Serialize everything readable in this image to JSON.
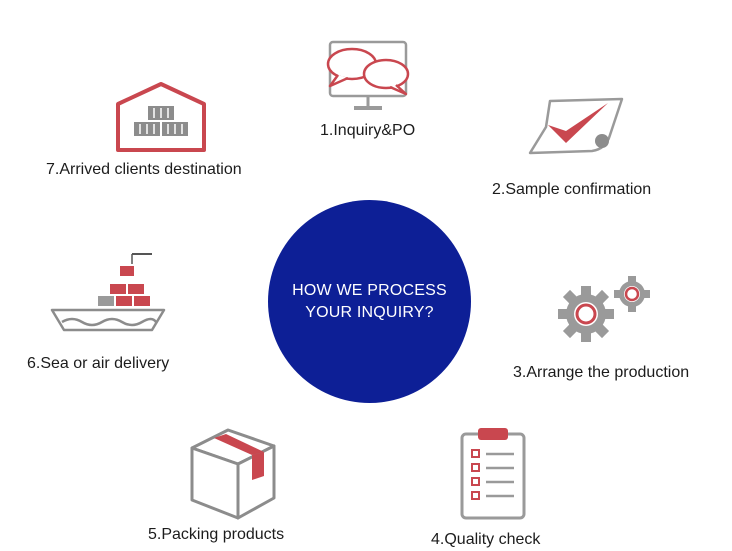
{
  "center": {
    "line1": "HOW WE PROCESS",
    "line2": "YOUR INQUIRY?",
    "color": "#0d1f96"
  },
  "accent_color": "#c9474f",
  "icon_gray": "#8c8c8c",
  "steps": [
    {
      "label": "1.Inquiry&PO",
      "icon": "chat-monitor-icon"
    },
    {
      "label": "2.Sample confirmation",
      "icon": "checkmark-document-icon"
    },
    {
      "label": "3.Arrange the production",
      "icon": "gears-icon"
    },
    {
      "label": "4.Quality check",
      "icon": "clipboard-checklist-icon"
    },
    {
      "label": "5.Packing products",
      "icon": "box-icon"
    },
    {
      "label": "6.Sea or air delivery",
      "icon": "cargo-ship-icon"
    },
    {
      "label": "7.Arrived clients destination",
      "icon": "warehouse-icon"
    }
  ]
}
